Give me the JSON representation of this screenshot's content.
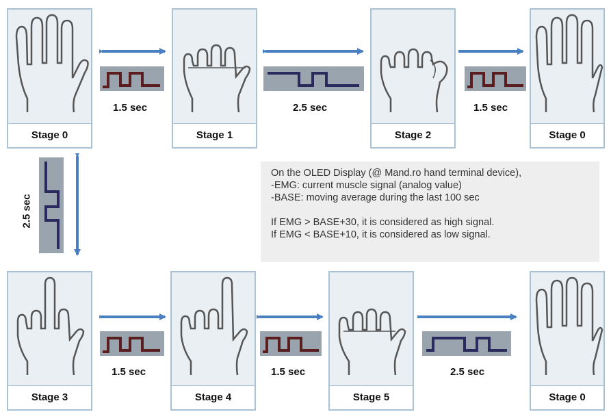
{
  "stages": {
    "s0_top_left": "Stage 0",
    "s1": "Stage 1",
    "s2": "Stage 2",
    "s0_top_right": "Stage 0",
    "s3": "Stage 3",
    "s4": "Stage 4",
    "s5": "Stage 5",
    "s0_bottom_right": "Stage 0"
  },
  "transitions": {
    "s0_s1": "1.5 sec",
    "s1_s2": "2.5 sec",
    "s2_s0": "1.5 sec",
    "s0_s3": "2.5 sec",
    "s3_s4": "1.5 sec",
    "s4_s5": "1.5 sec",
    "s5_s0": "2.5 sec"
  },
  "info": {
    "line1": "On the OLED Display (@ Mand.ro hand terminal device),",
    "line2": "-EMG: current muscle signal (analog value)",
    "line3": "-BASE: moving average during the last 100 sec",
    "line4": "If EMG > BASE+30, it is considered as high signal.",
    "line5": "If EMG < BASE+10, it is considered as low signal."
  },
  "colors": {
    "arrow": "#4a7fc1",
    "signal_short": "#5a1e1e",
    "signal_long": "#2a2a5e",
    "panel_border": "#a9c3d6"
  }
}
